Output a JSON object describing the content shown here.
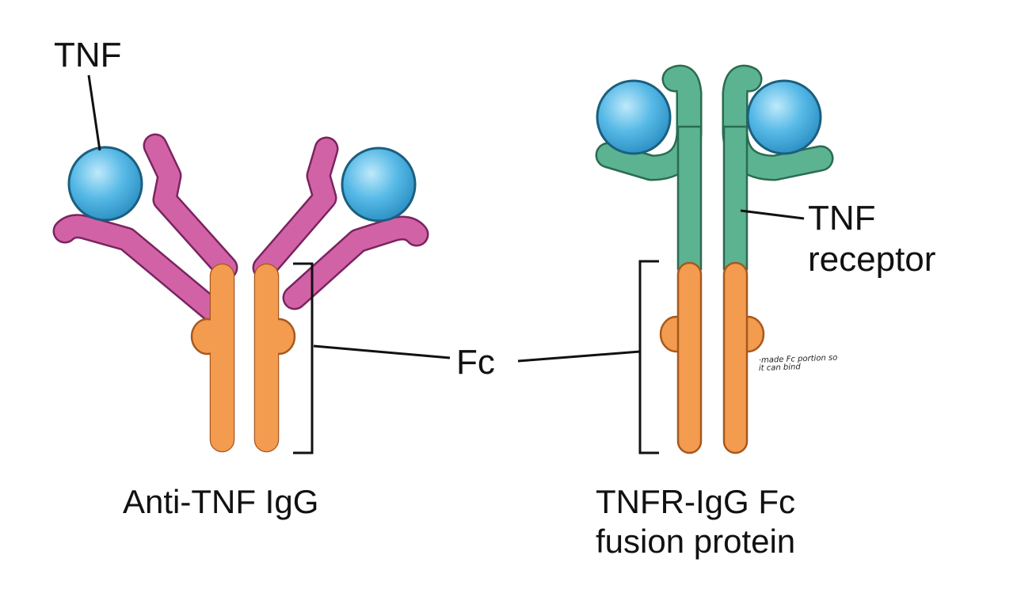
{
  "labels": {
    "tnf": "TNF",
    "tnf_receptor_line1": "TNF",
    "tnf_receptor_line2": "receptor",
    "fc": "Fc",
    "anti_tnf": "Anti-TNF IgG",
    "fusion_line1": "TNFR-IgG Fc",
    "fusion_line2": "fusion protein"
  },
  "annotation": {
    "line1": "·made Fc portion so",
    "line2": "it can bind"
  },
  "colors": {
    "tnf_ball": "#4fb6e6",
    "tnf_ball_edge": "#1b5f7f",
    "igg_fab": "#d262a6",
    "igg_fab_edge": "#7a2460",
    "fc_chain": "#f39b4f",
    "fc_chain_edge": "#a8581e",
    "receptor": "#5bb391",
    "receptor_edge": "#2a6b52"
  }
}
